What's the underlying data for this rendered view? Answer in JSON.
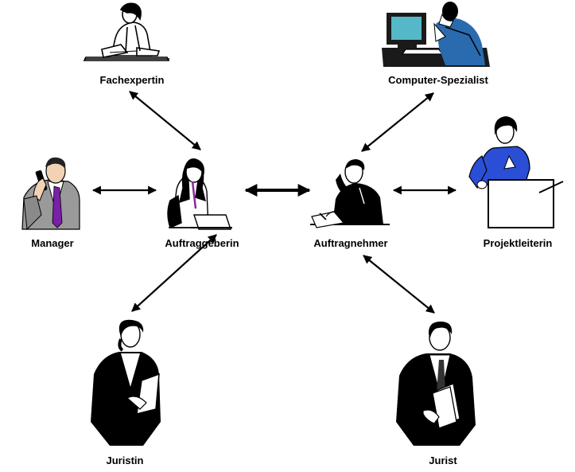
{
  "roles": {
    "fachexpertin": "Fachexpertin",
    "computer_spezialist": "Computer-Spezialist",
    "manager": "Manager",
    "auftraggeberin": "Auftraggeberin",
    "auftragnehmer": "Auftragnehmer",
    "projektleiterin": "Projektleiterin",
    "juristin": "Juristin",
    "jurist": "Jurist"
  },
  "icons": {
    "fachexpertin": "woman-writing-at-desk-icon",
    "computer_spezialist": "man-at-computer-icon",
    "manager": "manager-on-phone-icon",
    "auftraggeberin": "woman-with-laptop-icon",
    "auftragnehmer": "man-on-phone-writing-icon",
    "projektleiterin": "woman-presenting-flipchart-icon",
    "juristin": "woman-holding-folder-icon",
    "jurist": "man-holding-documents-icon"
  },
  "colors": {
    "line": "#000000",
    "manager_suit": "#9a9a9a",
    "manager_tie": "#7a1fa8",
    "auftraggeberin_accent": "#8b2a9a",
    "projektleiterin_blouse": "#2a4fd6",
    "monitor_screen": "#55b8c8"
  }
}
